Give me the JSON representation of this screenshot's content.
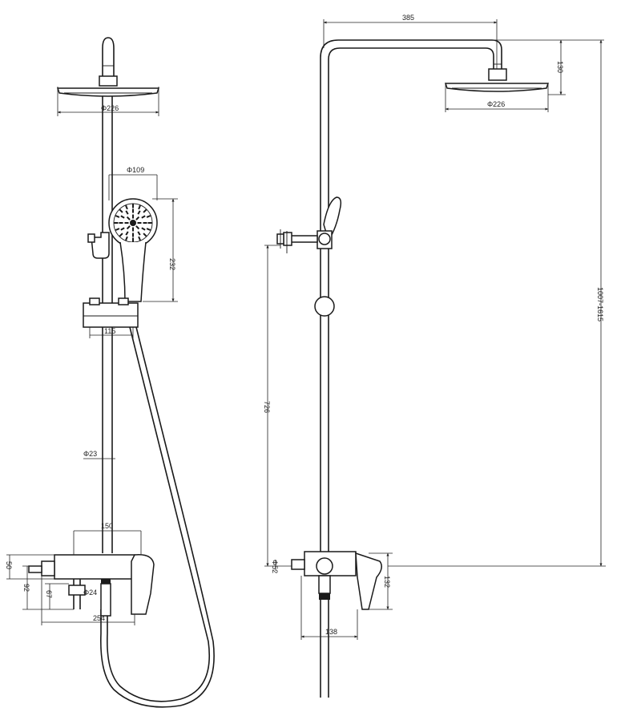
{
  "front_view": {
    "dims": {
      "head_diameter": "Φ226",
      "hand_shower_diameter": "Φ109",
      "hand_shower_length": "232",
      "holder_offset": "115",
      "rail_diameter": "Φ23",
      "mixer_width": "150",
      "mixer_height": "50",
      "outlet_drop": "92",
      "outlet_height": "67",
      "spout_diameter": "Φ24",
      "total_depth": "254"
    }
  },
  "side_view": {
    "dims": {
      "arm_reach": "385",
      "head_drop": "130",
      "head_diameter": "Φ226",
      "height_range": "1007-1615",
      "bracket_height": "726",
      "inlet_diameter": "Φ52",
      "mixer_height": "132",
      "mixer_depth": "138"
    }
  },
  "colors": {
    "line": "#1a1a1a",
    "background": "#ffffff"
  }
}
